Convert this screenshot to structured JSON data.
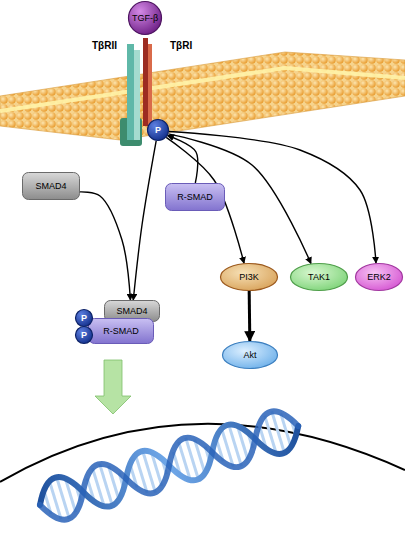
{
  "diagram": {
    "nodes": [
      {
        "text": [
          "TGF-β"
        ]
      },
      {
        "text": [
          "P"
        ]
      },
      {
        "text": [
          "SMAD4"
        ]
      },
      {
        "text": [
          "R-SMAD"
        ]
      },
      {
        "text": [
          "PI3K"
        ]
      },
      {
        "text": [
          "TAK1"
        ]
      },
      {
        "text": [
          "ERK2"
        ]
      },
      {
        "text": [
          "Akt"
        ]
      },
      {
        "text": [
          "SMAD4"
        ]
      },
      {
        "text": [
          "R-SMAD"
        ]
      },
      {
        "text": [
          "P"
        ]
      },
      {
        "text": [
          "P"
        ]
      }
    ],
    "edges": [
      {
        "from": 1,
        "to": 8,
        "arrow": "to"
      },
      {
        "from": 2,
        "to": 8,
        "arrow": "to"
      },
      {
        "from": 3,
        "to": 1,
        "arrow": "to"
      },
      {
        "from": 1,
        "to": 4,
        "arrow": "to"
      },
      {
        "from": 1,
        "to": 5,
        "arrow": "to"
      },
      {
        "from": 1,
        "to": 6,
        "arrow": "to"
      },
      {
        "from": 4,
        "to": 7,
        "arrow": "to"
      }
    ],
    "labels": [
      "TβRII",
      "TβRI"
    ]
  }
}
